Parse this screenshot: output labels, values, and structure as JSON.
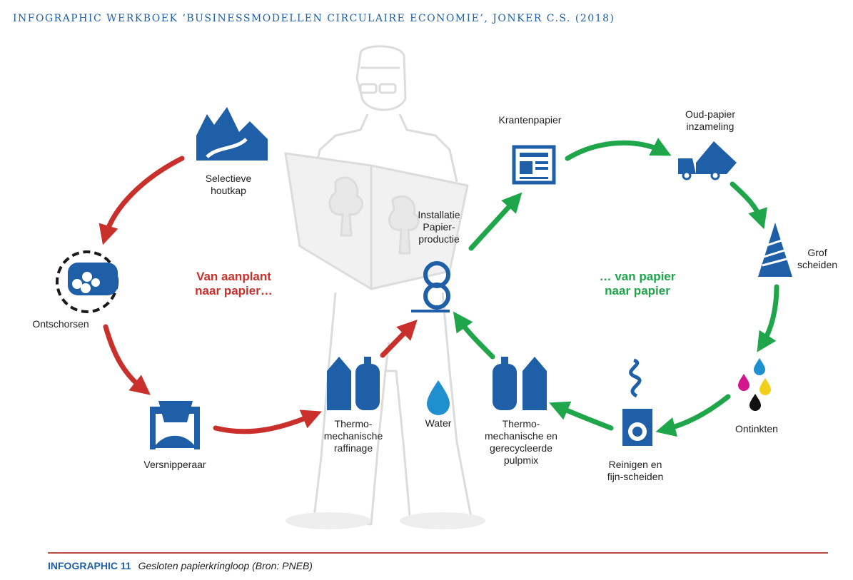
{
  "header": "INFOGRAPHIC WERKBOEK ‘BUSINESSMODELLEN CIRCULAIRE ECONOMIE’, JONKER C.S. (2018)",
  "colors": {
    "blue": "#1f5fa8",
    "red": "#c9302c",
    "green": "#1fa64a",
    "ghost": "#dcdcdc"
  },
  "center": {
    "left_phrase": "Van aanplant\nnaar papier…",
    "right_phrase": "… van papier\nnaar papier"
  },
  "nodes": {
    "selectieve_houtkap": "Selectieve\nhoutkap",
    "ontschorsen": "Ontschorsen",
    "versnipperaar": "Versnipperaar",
    "thermo_raffinage": "Thermo-\nmechanische\nraffinage",
    "water": "Water",
    "installatie": "Installatie\nPapier-\nproductie",
    "thermo_pulpmix": "Thermo-\nmechanische en\ngerecycleerde\npulpmix",
    "krantenpapier": "Krantenpapier",
    "oud_papier": "Oud-papier\ninzameling",
    "grof_scheiden": "Grof\nscheiden",
    "ontinkten": "Ontinkten",
    "reinigen": "Reinigen en\nfijn-scheiden"
  },
  "footer": {
    "code": "INFOGRAPHIC 11",
    "caption": "Gesloten papierkringloop (Bron: PNEB)"
  }
}
